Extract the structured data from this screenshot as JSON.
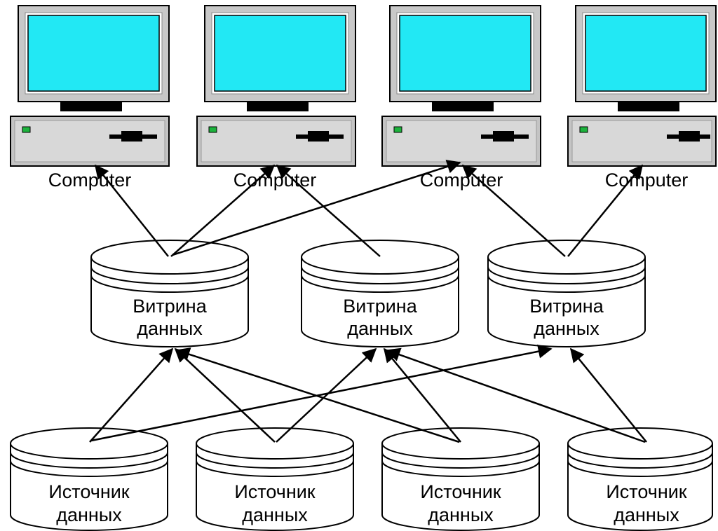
{
  "computers": [
    {
      "label": "Computer"
    },
    {
      "label": "Computer"
    },
    {
      "label": "Computer"
    },
    {
      "label": "Computer"
    }
  ],
  "data_marts": [
    {
      "line1": "Витрина",
      "line2": "данных"
    },
    {
      "line1": "Витрина",
      "line2": "данных"
    },
    {
      "line1": "Витрина",
      "line2": "данных"
    }
  ],
  "data_sources": [
    {
      "line1": "Источник",
      "line2": "данных"
    },
    {
      "line1": "Источник",
      "line2": "данных"
    },
    {
      "line1": "Источник",
      "line2": "данных"
    },
    {
      "line1": "Источник",
      "line2": "данных"
    }
  ],
  "colors": {
    "monitor_bezel": "#c8c8c8",
    "screen": "#22e8f4",
    "case": "#c4c4c4",
    "led": "#1db33d",
    "outline": "#000000"
  }
}
